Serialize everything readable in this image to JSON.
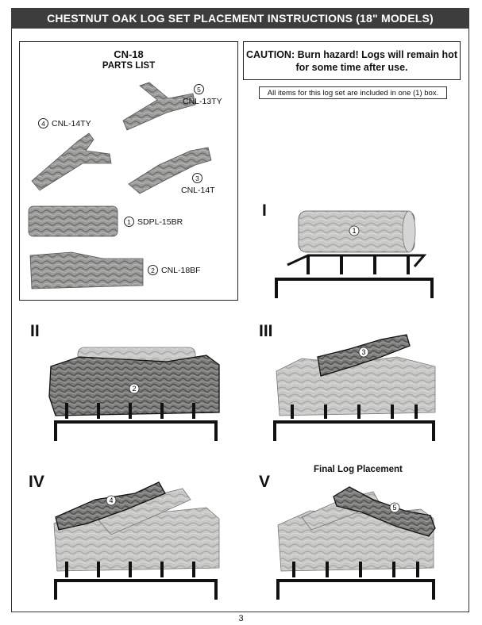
{
  "header": {
    "title": "CHESTNUT OAK LOG SET PLACEMENT INSTRUCTIONS (18\" MODELS)"
  },
  "parts": {
    "model": "CN-18",
    "heading": "PARTS LIST",
    "items": [
      {
        "num": "1",
        "code": "SDPL-15BR"
      },
      {
        "num": "2",
        "code": "CNL-18BF"
      },
      {
        "num": "3",
        "code": "CNL-14T"
      },
      {
        "num": "4",
        "code": "CNL-14TY"
      },
      {
        "num": "5",
        "code": "CNL-13TY"
      }
    ]
  },
  "caution": {
    "line1": "CAUTION:  Burn hazard! Logs will remain hot",
    "line2": "for some time after use."
  },
  "note": "All items for this log set are included in one (1) box.",
  "steps": {
    "s1": "I",
    "s2": "II",
    "s3": "III",
    "s4": "IV",
    "s5": "V"
  },
  "final_label": "Final Log Placement",
  "page_number": "3",
  "colors": {
    "title_bg": "#3d3d3d",
    "log_light": "#c9c9c7",
    "log_dark": "#8a8a88",
    "grate": "#111111"
  }
}
